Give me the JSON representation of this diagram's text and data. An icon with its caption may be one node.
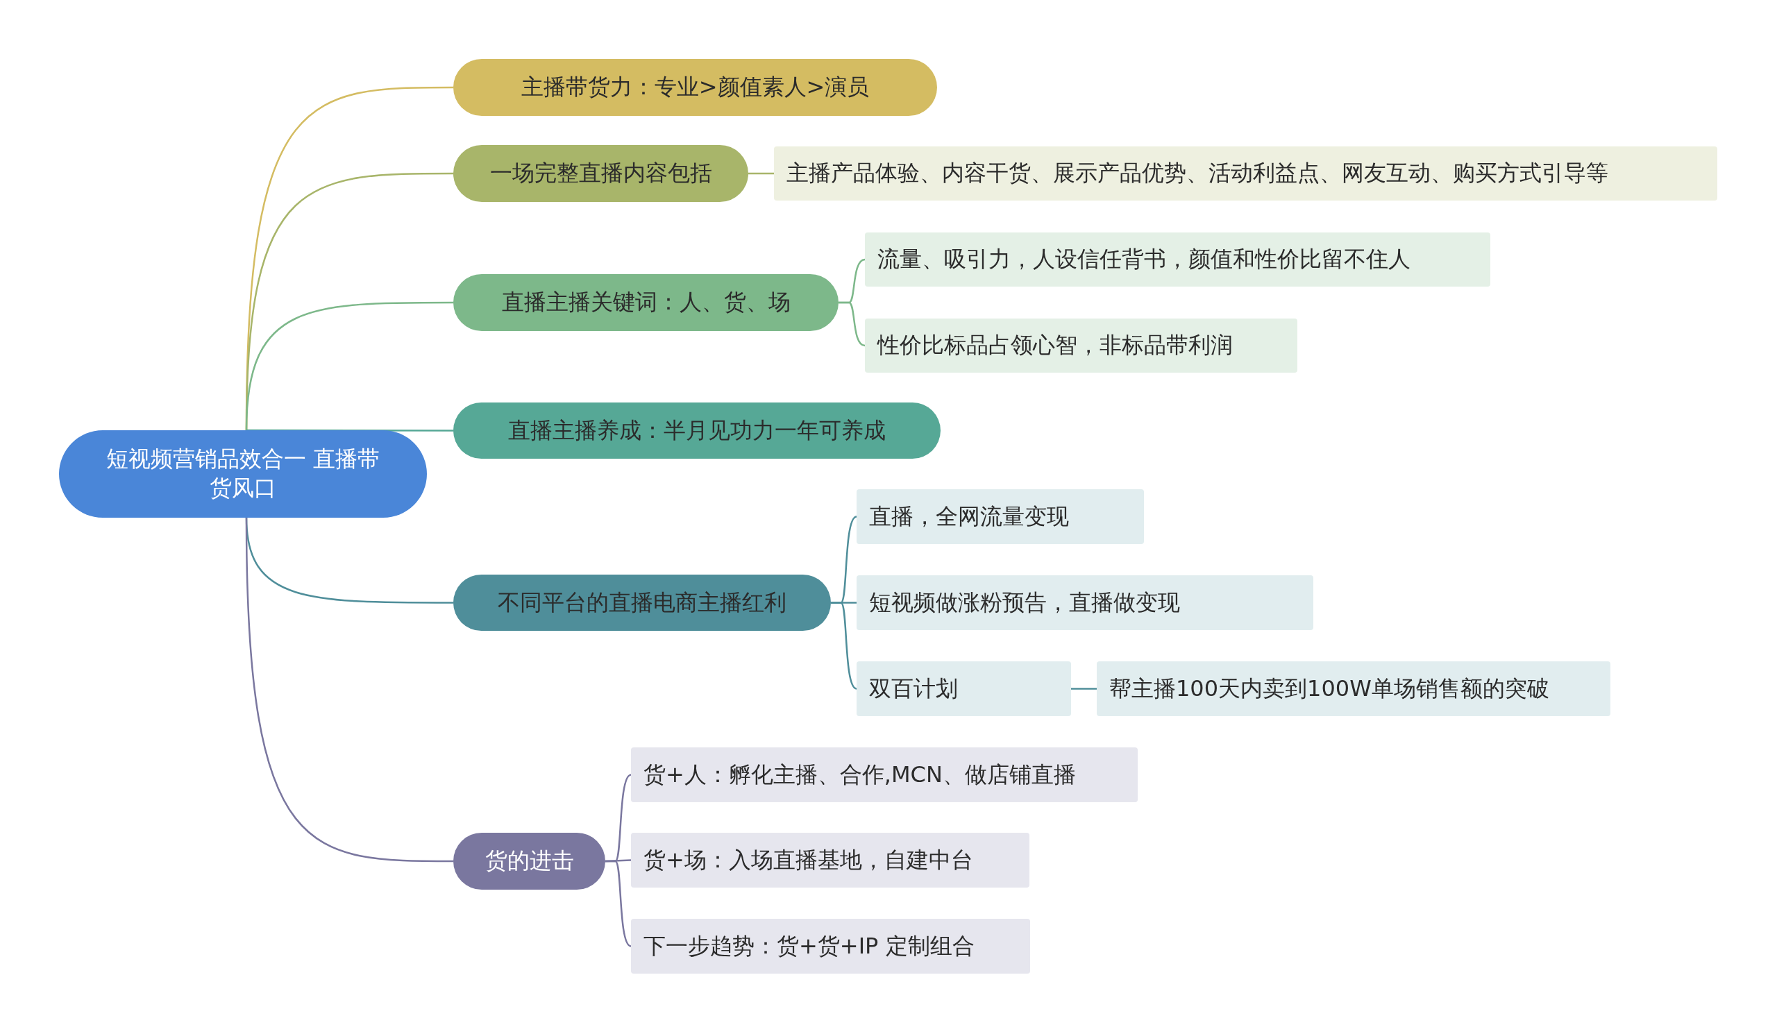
{
  "diagram": {
    "nodes": [
      {
        "text": [
          "短视频营销品效合一 直播带货风口"
        ]
      },
      {
        "text": [
          "主播带货力：专业>颜值素人>演员"
        ]
      },
      {
        "text": [
          "一场完整直播内容包括"
        ]
      },
      {
        "text": [
          "主播产品体验、内容干货、展示产品优势、活动利益点、网友互动、购买方式引导等"
        ]
      },
      {
        "text": [
          "直播主播关键词：人、货、场"
        ]
      },
      {
        "text": [
          "流量、吸引力，人设信任背书，颜值和性价比留不住人"
        ]
      },
      {
        "text": [
          "性价比标品占领心智，非标品带利润"
        ]
      },
      {
        "text": [
          "直播主播养成：半月见功力一年可养成"
        ]
      },
      {
        "text": [
          "不同平台的直播电商主播红利"
        ]
      },
      {
        "text": [
          "直播，全网流量变现"
        ]
      },
      {
        "text": [
          "短视频做涨粉预告，直播做变现"
        ]
      },
      {
        "text": [
          "双百计划"
        ]
      },
      {
        "text": [
          "帮主播100天内卖到100W单场销售额的突破"
        ]
      },
      {
        "text": [
          "货的进击"
        ]
      },
      {
        "text": [
          "货+人：孵化主播、合作,MCN、做店铺直播"
        ]
      },
      {
        "text": [
          "货+场：入场直播基地，自建中台"
        ]
      },
      {
        "text": [
          "下一步趋势：货+货+IP 定制组合"
        ]
      }
    ],
    "edges": [
      {
        "from": 0,
        "to": 1,
        "arrow": "none",
        "color": "#d4bc62"
      },
      {
        "from": 0,
        "to": 2,
        "arrow": "none",
        "color": "#a8b56a"
      },
      {
        "from": 2,
        "to": 3,
        "arrow": "none",
        "color": "#a8b56a"
      },
      {
        "from": 0,
        "to": 4,
        "arrow": "none",
        "color": "#7db88a"
      },
      {
        "from": 4,
        "to": 5,
        "arrow": "none",
        "color": "#7db88a"
      },
      {
        "from": 4,
        "to": 6,
        "arrow": "none",
        "color": "#7db88a"
      },
      {
        "from": 0,
        "to": 7,
        "arrow": "none",
        "color": "#56a896"
      },
      {
        "from": 0,
        "to": 8,
        "arrow": "none",
        "color": "#4f8e9a"
      },
      {
        "from": 8,
        "to": 9,
        "arrow": "none",
        "color": "#4f8e9a"
      },
      {
        "from": 8,
        "to": 10,
        "arrow": "none",
        "color": "#4f8e9a"
      },
      {
        "from": 8,
        "to": 11,
        "arrow": "none",
        "color": "#4f8e9a"
      },
      {
        "from": 11,
        "to": 12,
        "arrow": "none",
        "color": "#4f8e9a"
      },
      {
        "from": 0,
        "to": 13,
        "arrow": "none",
        "color": "#7a779f"
      },
      {
        "from": 13,
        "to": 14,
        "arrow": "none",
        "color": "#7a779f"
      },
      {
        "from": 13,
        "to": 15,
        "arrow": "none",
        "color": "#7a779f"
      },
      {
        "from": 13,
        "to": 16,
        "arrow": "none",
        "color": "#7a779f"
      }
    ]
  }
}
